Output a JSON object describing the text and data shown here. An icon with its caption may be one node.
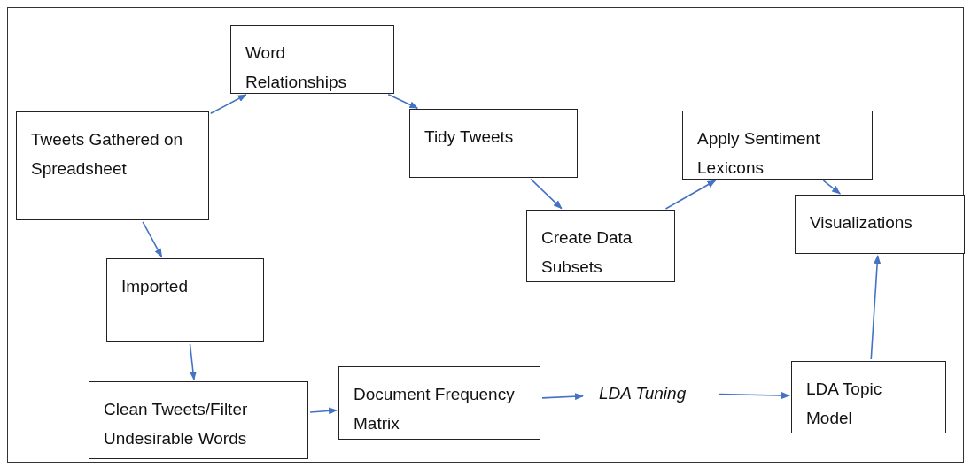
{
  "diagram": {
    "nodes": [
      {
        "text": [
          "Tweets Gathered on Spreadsheet"
        ]
      },
      {
        "text": [
          "Word Relationships"
        ]
      },
      {
        "text": [
          "Tidy Tweets"
        ]
      },
      {
        "text": [
          "Create Data Subsets"
        ]
      },
      {
        "text": [
          "Apply Sentiment Lexicons"
        ]
      },
      {
        "text": [
          "Visualizations"
        ]
      },
      {
        "text": [
          "Imported"
        ]
      },
      {
        "text": [
          "Clean Tweets/Filter Undesirable Words"
        ]
      },
      {
        "text": [
          "Document Frequency Matrix"
        ]
      },
      {
        "text": [
          "*LDA Tuning*"
        ]
      },
      {
        "text": [
          "LDA Topic Model"
        ]
      }
    ],
    "edges": [
      {
        "from": 0,
        "to": 1,
        "arrow": "to"
      },
      {
        "from": 1,
        "to": 2,
        "arrow": "to"
      },
      {
        "from": 2,
        "to": 3,
        "arrow": "to"
      },
      {
        "from": 3,
        "to": 4,
        "arrow": "to"
      },
      {
        "from": 4,
        "to": 5,
        "arrow": "to"
      },
      {
        "from": 0,
        "to": 6,
        "arrow": "to"
      },
      {
        "from": 6,
        "to": 7,
        "arrow": "to"
      },
      {
        "from": 7,
        "to": 8,
        "arrow": "to"
      },
      {
        "from": 8,
        "to": 9,
        "arrow": "to"
      },
      {
        "from": 9,
        "to": 10,
        "arrow": "to"
      },
      {
        "from": 10,
        "to": 5,
        "arrow": "to"
      }
    ]
  }
}
